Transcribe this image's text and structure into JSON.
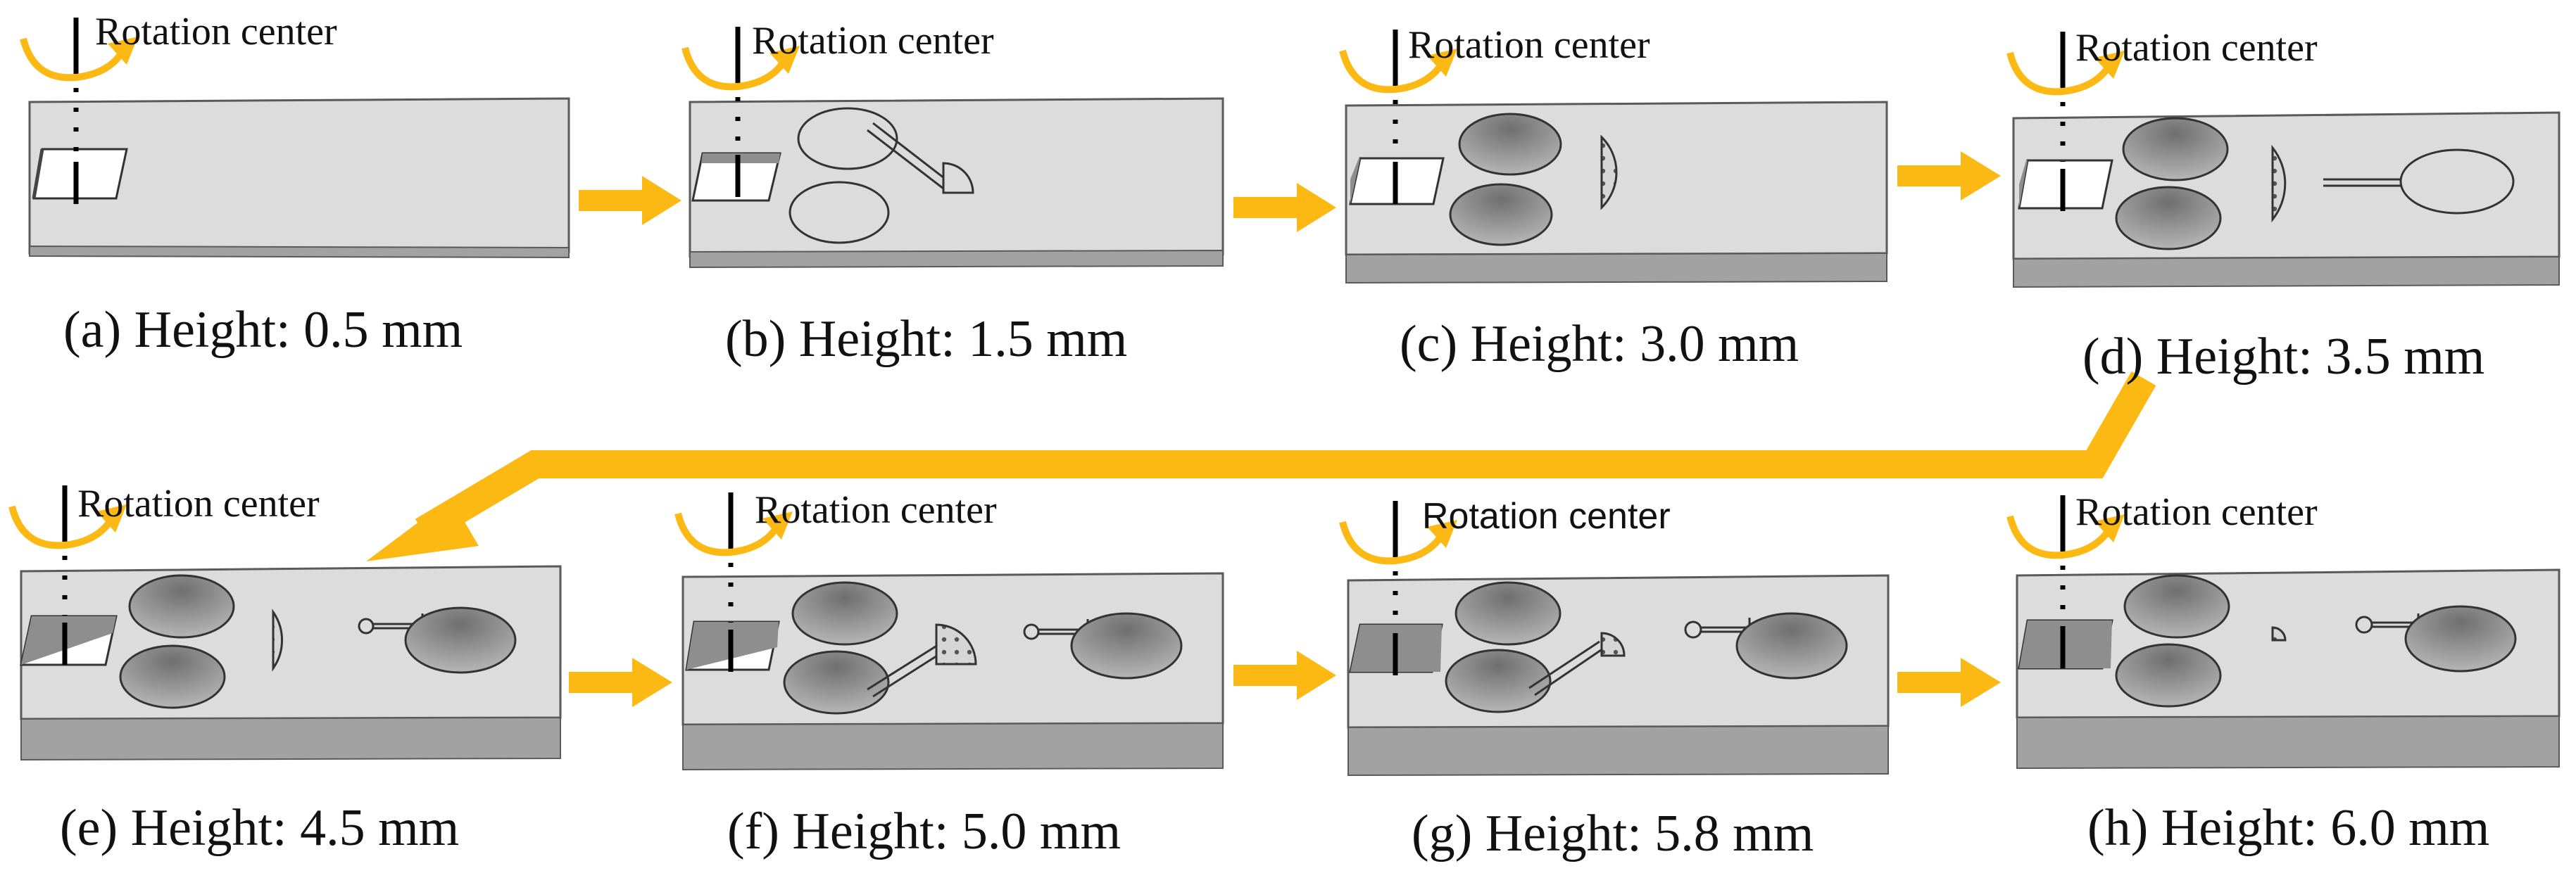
{
  "colors": {
    "arrow": "#FDB913",
    "plate_top": "#DCDCDC",
    "plate_side": "#A2A2A2",
    "plate_edge": "#6E6E6E",
    "cavity_shade": "#8E8E8E"
  },
  "rotation_label": "Rotation center",
  "panels": [
    {
      "caption": "(a) Height: 0.5 mm"
    },
    {
      "caption": "(b) Height: 1.5 mm"
    },
    {
      "caption": "(c) Height: 3.0 mm"
    },
    {
      "caption": "(d) Height: 3.5 mm"
    },
    {
      "caption": "(e) Height: 4.5 mm"
    },
    {
      "caption": "(f) Height: 5.0 mm"
    },
    {
      "caption": "(g) Height: 5.8 mm"
    },
    {
      "caption": "(h) Height: 6.0 mm"
    }
  ]
}
